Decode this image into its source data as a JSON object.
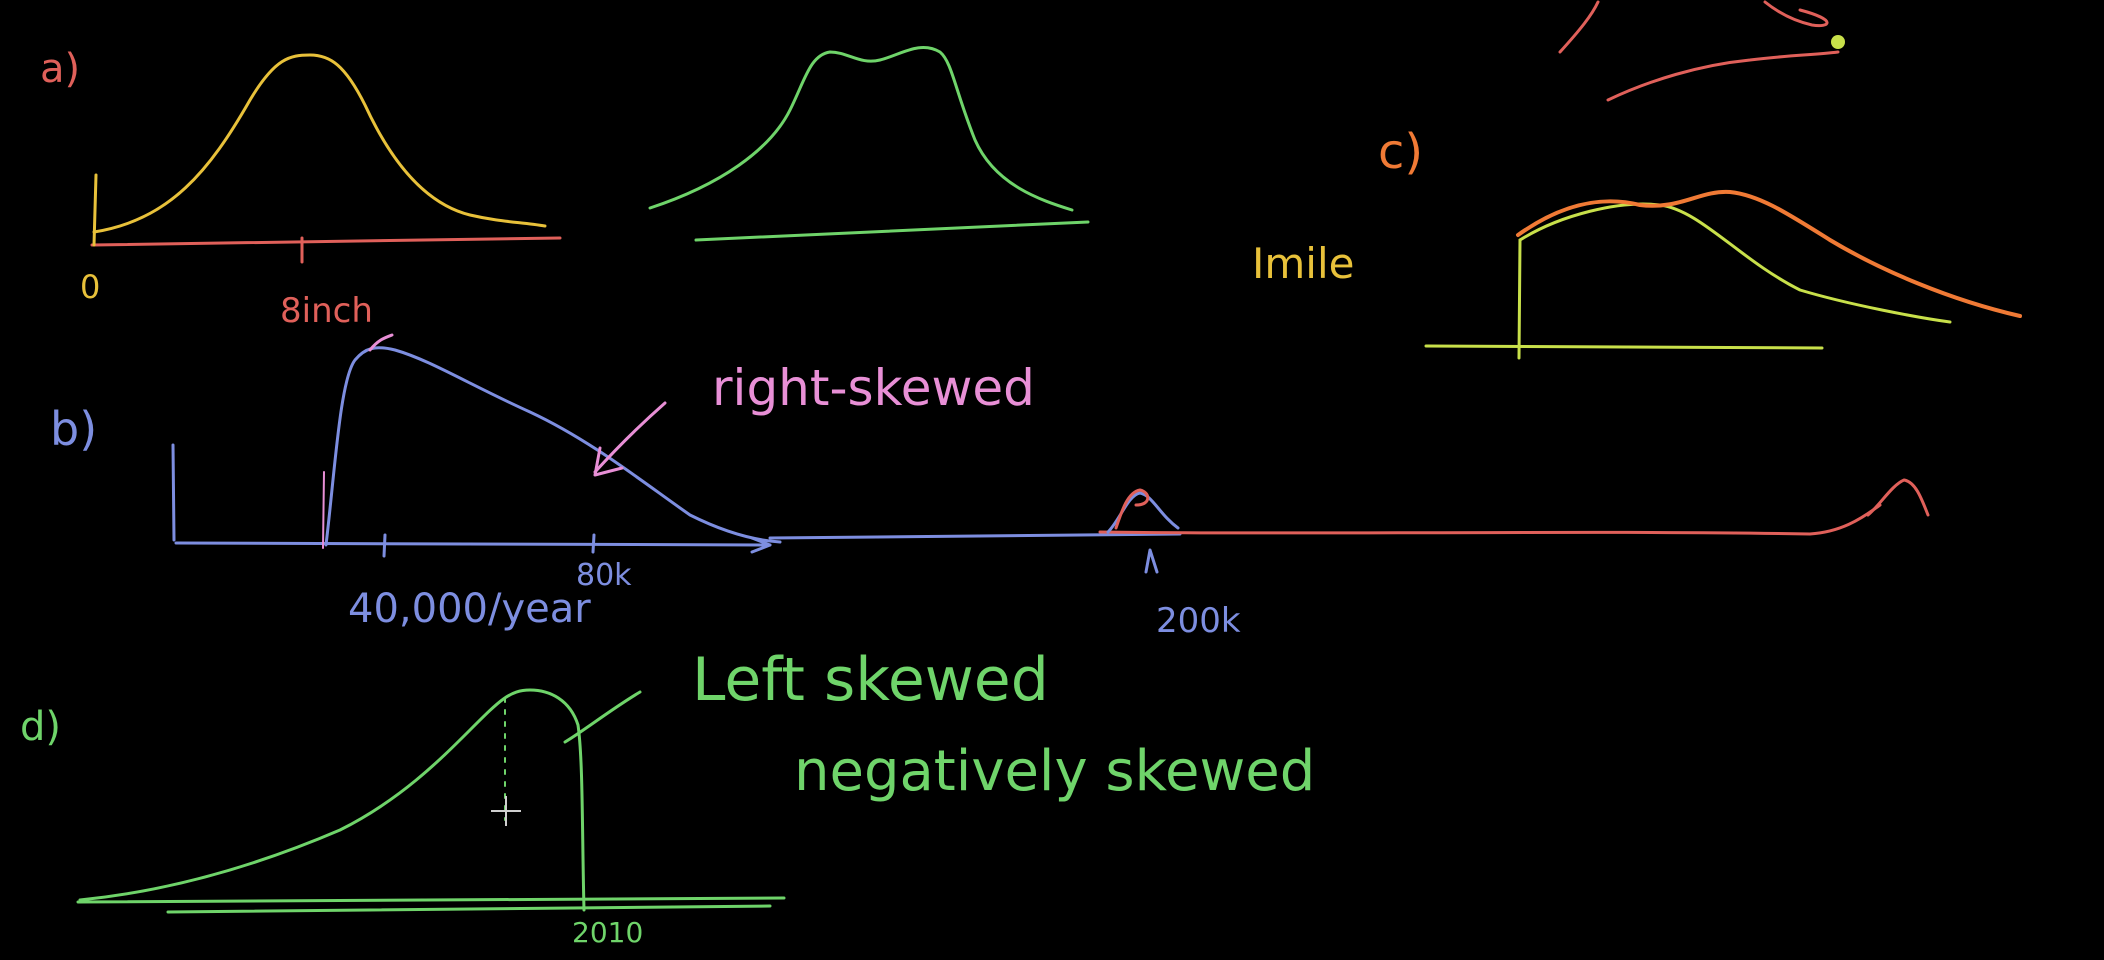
{
  "colors": {
    "background": "#000000",
    "yellow": "#e8c13a",
    "red": "#e0605a",
    "green": "#6fd46a",
    "blue": "#7d8ee0",
    "pink": "#e88fd6",
    "orange": "#f07a35",
    "lime": "#c8e04a"
  },
  "labels": {
    "a": "a)",
    "a_zero": "0",
    "a_mid": "8inch",
    "b": "b)",
    "b_note": "right-skewed",
    "b_tick1": "40,000/year",
    "b_tick2": "80k",
    "b_tick3": "200k",
    "c": "c)",
    "c_note": "Imile",
    "d": "d)",
    "d_note1": "Left skewed",
    "d_note2": "negatively skewed",
    "d_tick": "2010"
  }
}
